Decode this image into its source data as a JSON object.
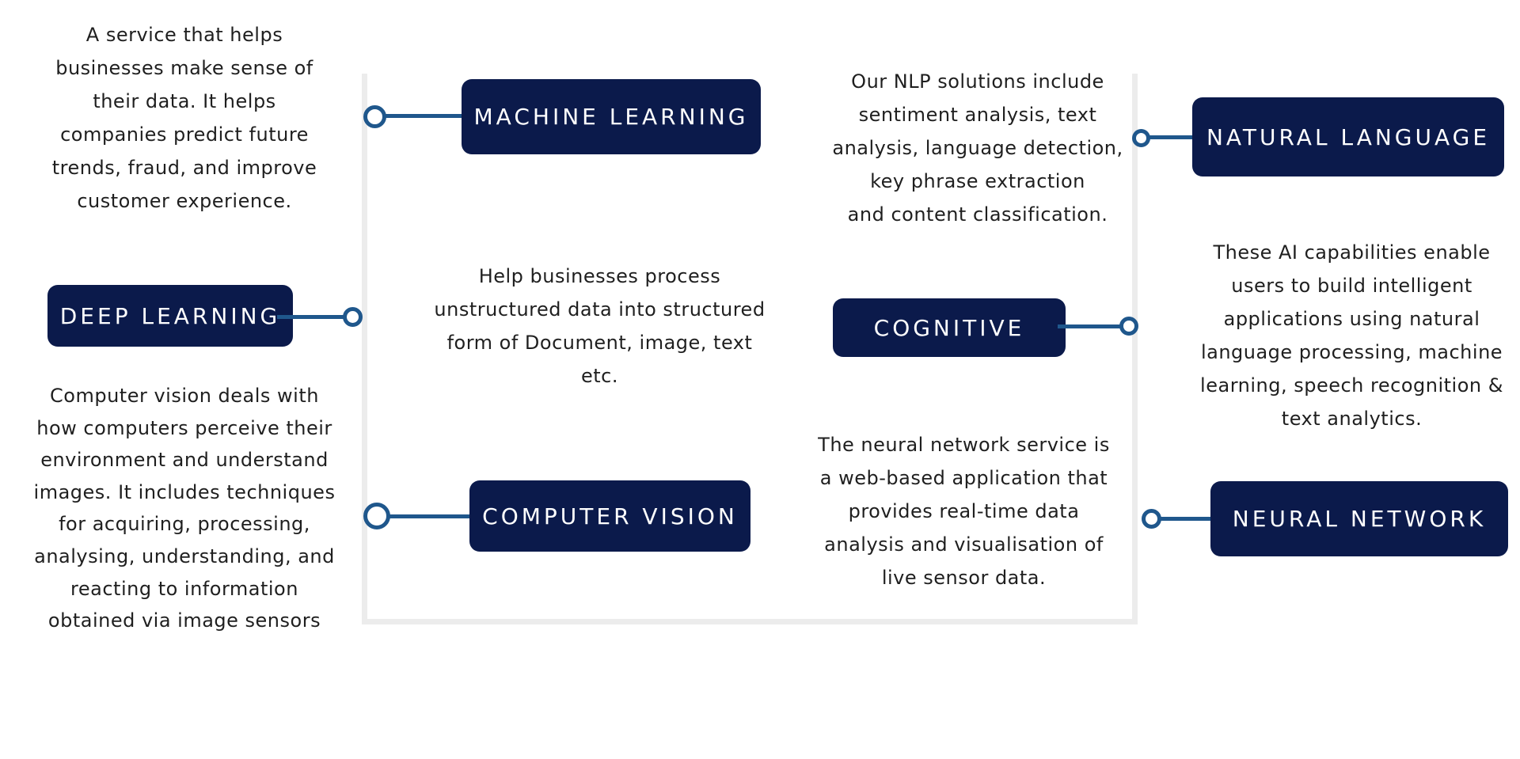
{
  "colors": {
    "box_fill": "#0b1a4b",
    "box_text": "#ffffff",
    "connector": "#1f578c",
    "frame": "#ececec",
    "body_text": "#1f1f1f"
  },
  "boxes": {
    "machine_learning": "MACHINE LEARNING",
    "natural_language": "NATURAL LANGUAGE",
    "deep_learning": "DEEP LEARNING",
    "cognitive": "COGNITIVE",
    "computer_vision": "COMPUTER VISION",
    "neural_network": "NEURAL NETWORK"
  },
  "descriptions": {
    "machine_learning": "A service that helps\nbusinesses make sense of\ntheir data. It helps\ncompanies predict future\ntrends, fraud, and improve\ncustomer experience.",
    "natural_language": "Our NLP solutions include\nsentiment analysis, text\nanalysis, language detection,\nkey phrase extraction\nand content classification.",
    "deep_learning": "Help businesses process\nunstructured data into structured\nform of Document, image, text\netc.",
    "cognitive": "These AI capabilities enable\nusers to build intelligent\napplications using natural\nlanguage processing, machine\nlearning, speech recognition &\ntext analytics.",
    "computer_vision": "Computer vision deals with\nhow computers perceive their\nenvironment and understand\nimages. It includes techniques\nfor acquiring, processing,\nanalysing, understanding, and\nreacting to information\nobtained via image sensors",
    "neural_network": "The neural network service is\na web-based application that\nprovides real-time data\nanalysis and visualisation of\nlive sensor data."
  }
}
